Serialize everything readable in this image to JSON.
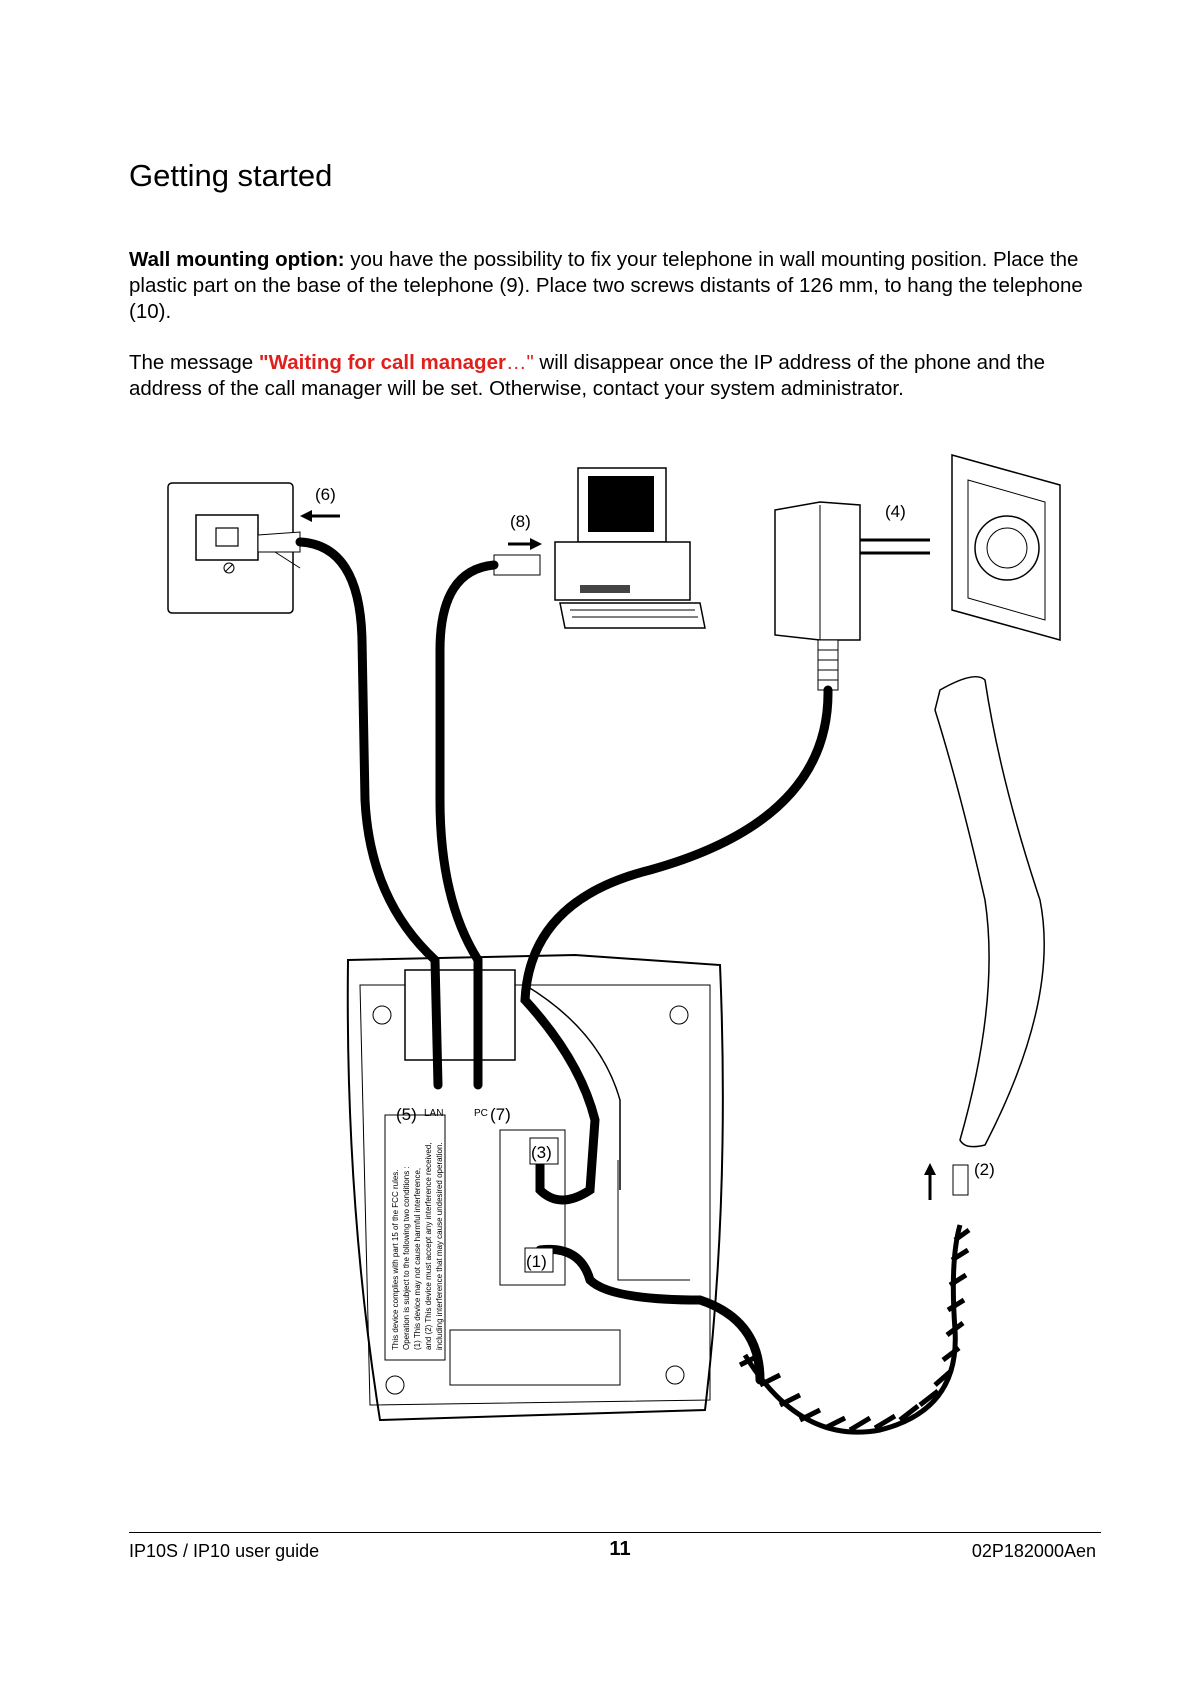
{
  "heading": "Getting started",
  "paragraph1": {
    "lead": "Wall mounting option:",
    "body": " you have the possibility to fix your telephone in wall mounting position. Place the plastic part on the base of the telephone (9). Place two screws distants of 126 mm, to hang the telephone (10)."
  },
  "paragraph2": {
    "before": "The message ",
    "quote_open": "\"",
    "highlight": "Waiting for call manager",
    "ellipsis": "…\"",
    "after": " will disappear once the IP address of the phone and the address of the call manager will be set. Otherwise, contact your system administrator."
  },
  "figure": {
    "labels": {
      "wall_jack": "(6)",
      "computer": "(8)",
      "power": "(4)",
      "handset_plug": "(2)",
      "port_power": "(3)",
      "port_handset": "(1)",
      "port_lan_num": "(5)",
      "port_lan": "LAN",
      "port_pc": "PC",
      "port_pc_num": "(7)"
    },
    "fcc_lines": [
      "This device complies with part 15 of the FCC rules.",
      "Operation is subject to the following two conditions :",
      "(1) This device may not cause harmful interference,",
      "and (2) This device must accept any interference received,",
      "including interference that may cause undesired operation."
    ]
  },
  "footer": {
    "left": "IP10S / IP10 user guide",
    "page": "11",
    "right": "02P182000Aen"
  }
}
